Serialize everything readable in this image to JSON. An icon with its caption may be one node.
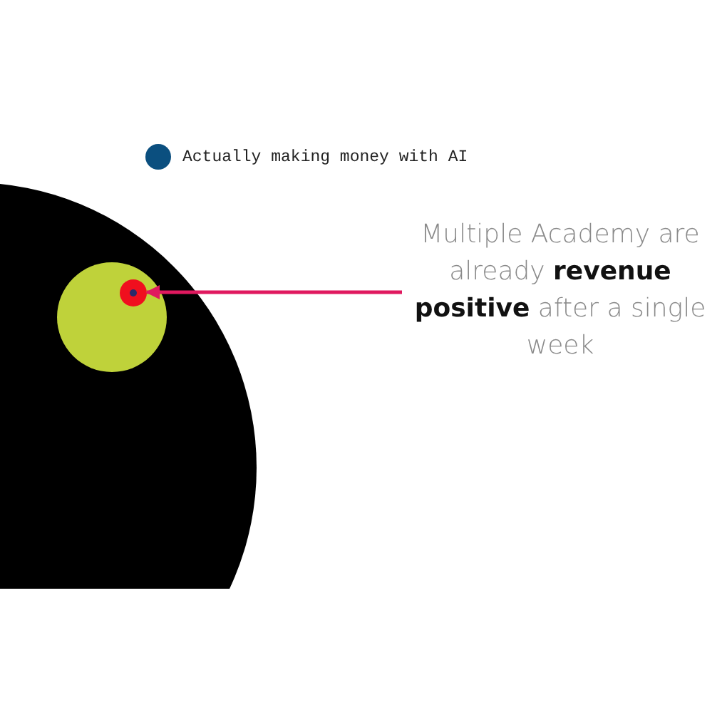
{
  "diagram": {
    "nodes": [
      {
        "text": [],
        "shape": "circle"
      },
      {
        "text": [],
        "shape": "circle",
        "in": 0
      },
      {
        "text": [],
        "shape": "circle",
        "in": 1
      },
      {
        "text": [
          "Multiple Academy are already **revenue positive** after a single week"
        ]
      }
    ],
    "edges": [
      {
        "from": 3,
        "to": 2,
        "arrow": "to",
        "color": "#e0195f"
      }
    ],
    "legend": [
      {
        "text": "Actually making money with AI",
        "color": "#0b4f7f"
      }
    ]
  }
}
